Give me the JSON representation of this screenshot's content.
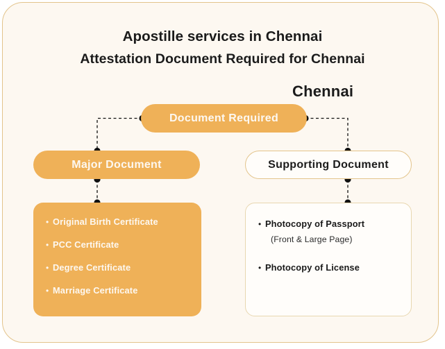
{
  "theme": {
    "page_background": "#ffffff",
    "frame_background": "#FDF8F1",
    "frame_border": "#E3C48C",
    "accent_orange": "#EFB158",
    "text_dark": "#1b1b1b",
    "text_light": "#FDF8F1",
    "connector_color": "#111111"
  },
  "header": {
    "title_line1": "Apostille services in Chennai",
    "title_line2": "Attestation Document Required for Chennai",
    "city_label": "Chennai"
  },
  "diagram": {
    "root": {
      "label": "Document Required"
    },
    "branches": [
      {
        "id": "major",
        "heading": "Major Document",
        "style": "filled",
        "items": [
          {
            "text": "Original Birth Certificate",
            "note": ""
          },
          {
            "text": "PCC Certificate",
            "note": ""
          },
          {
            "text": "Degree Certificate",
            "note": ""
          },
          {
            "text": "Marriage Certificate",
            "note": ""
          }
        ]
      },
      {
        "id": "supporting",
        "heading": "Supporting Document",
        "style": "outlined",
        "items": [
          {
            "text": "Photocopy of Passport",
            "note": "(Front & Large Page)"
          },
          {
            "text": "Photocopy of License",
            "note": ""
          }
        ]
      }
    ],
    "bullet_glyph": "•"
  }
}
